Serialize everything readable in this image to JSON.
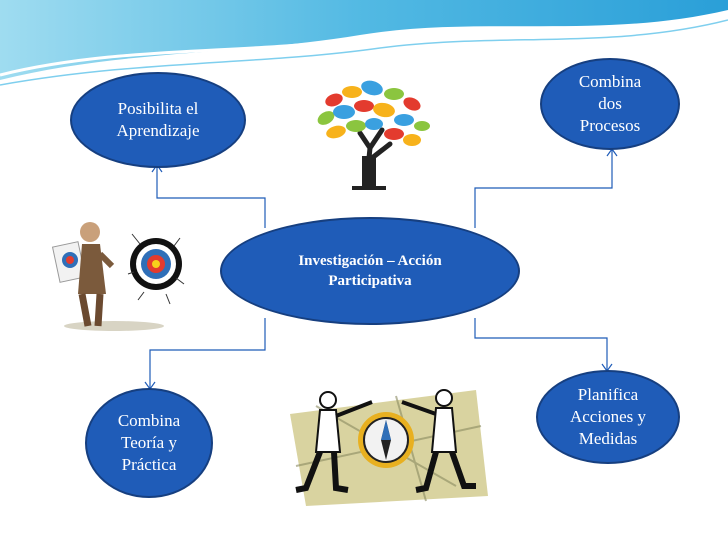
{
  "diagram": {
    "center": "Investigación – Acción\nParticipativa",
    "nodes": [
      {
        "id": "top-left",
        "label": "Posibilita el\nAprendizaje"
      },
      {
        "id": "top-right",
        "label": "Combina\ndos\nProcesos"
      },
      {
        "id": "bottom-left",
        "label": "Combina\nTeoría y\nPráctica"
      },
      {
        "id": "bottom-right",
        "label": "Planifica\nAcciones y\nMedidas"
      }
    ],
    "colors": {
      "node_fill": "#1f5cb8",
      "node_border": "#163f80",
      "connector": "#1f5cb8"
    }
  },
  "illustrations": [
    "colorful-tree",
    "businessman-with-target",
    "businessmen-with-compass"
  ]
}
